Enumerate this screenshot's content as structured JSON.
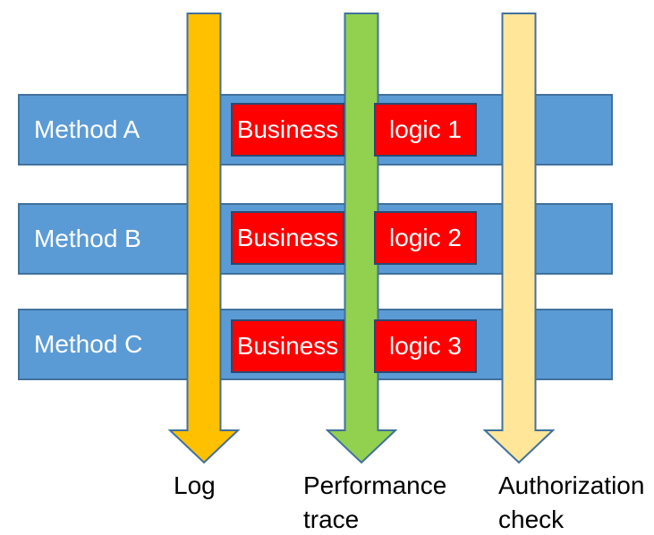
{
  "rows": [
    {
      "method": "Method A",
      "business": "Business",
      "logic": "logic 1"
    },
    {
      "method": "Method B",
      "business": "Business",
      "logic": "logic 2"
    },
    {
      "method": "Method C",
      "business": "Business",
      "logic": "logic 3"
    }
  ],
  "arrows": [
    {
      "name": "log",
      "fill": "#FFC000",
      "label_lines": [
        "Log"
      ]
    },
    {
      "name": "performance-trace",
      "fill": "#92D050",
      "label_lines": [
        "Performance",
        "trace"
      ]
    },
    {
      "name": "authorization-check",
      "fill": "#FFE699",
      "label_lines": [
        "Authorization",
        "check"
      ]
    }
  ],
  "colors": {
    "bar_fill": "#5B9BD5",
    "bar_border": "#41719C",
    "arrow_border": "#41719C",
    "logic_box_fill": "#FF0000",
    "logic_box_border": "#2A4A72",
    "bar_text": "#FFFFFF",
    "box_text": "#FFFFFF",
    "caption_text": "#000000"
  }
}
